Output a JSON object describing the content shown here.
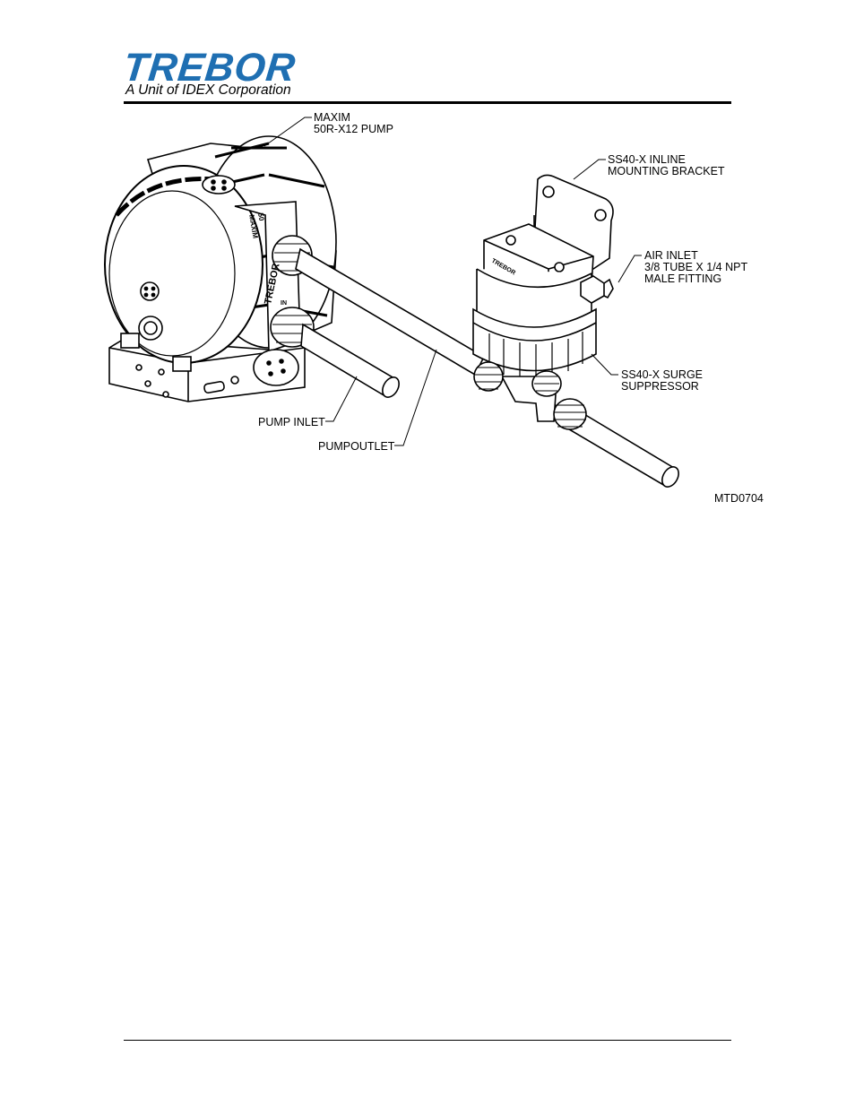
{
  "header": {
    "logo_word": "TREBOR",
    "logo_subtitle": "A Unit of IDEX Corporation"
  },
  "diagram": {
    "labels": {
      "pump_line1": "MAXIM",
      "pump_line2": "50R-X12 PUMP",
      "bracket_line1": "SS40-X INLINE",
      "bracket_line2": "MOUNTING BRACKET",
      "air_line1": "AIR INLET",
      "air_line2": "3/8 TUBE X 1/4 NPT",
      "air_line3": "MALE FITTING",
      "surge_line1": "SS40-X SURGE",
      "surge_line2": "SUPPRESSOR",
      "pump_inlet": "PUMP INLET",
      "pump_outlet": "PUMPOUTLET"
    },
    "embossed": {
      "pump_brand": "TREBOR",
      "pump_model": "MAXIM",
      "pump_model_num": "50",
      "port_in": "IN",
      "suppressor_brand": "TREBOR"
    },
    "figure_id": "MTD0704"
  }
}
